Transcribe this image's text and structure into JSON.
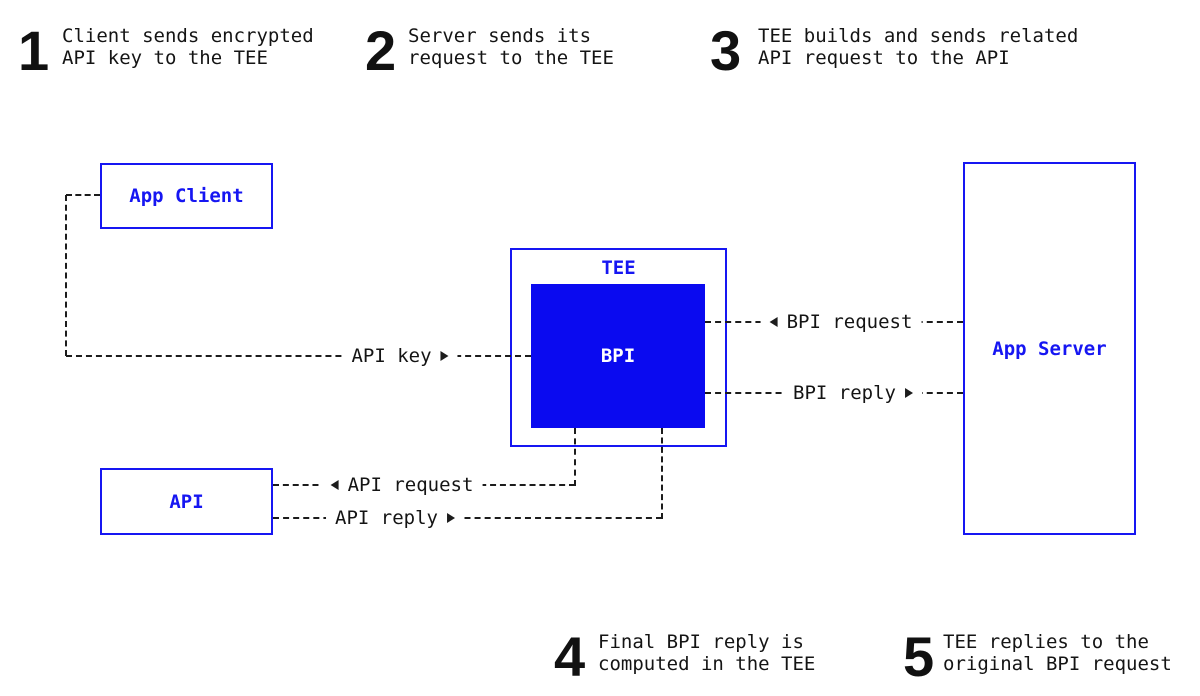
{
  "steps": [
    {
      "number": "1",
      "line1": "Client sends encrypted",
      "line2": "API key to the TEE"
    },
    {
      "number": "2",
      "line1": "Server sends its",
      "line2": "request to the TEE"
    },
    {
      "number": "3",
      "line1": "TEE builds and sends related",
      "line2": "API request to the API"
    },
    {
      "number": "4",
      "line1": "Final BPI reply is",
      "line2": "computed in the TEE"
    },
    {
      "number": "5",
      "line1": "TEE replies to the",
      "line2": "original BPI request"
    }
  ],
  "nodes": {
    "app_client": {
      "label": "App Client"
    },
    "api": {
      "label": "API"
    },
    "tee": {
      "label": "TEE"
    },
    "bpi": {
      "label": "BPI"
    },
    "app_server": {
      "label": "App Server"
    }
  },
  "connectors": {
    "api_key": {
      "label": "API key",
      "direction": "right"
    },
    "bpi_request": {
      "label": "BPI request",
      "direction": "left"
    },
    "bpi_reply": {
      "label": "BPI reply",
      "direction": "right"
    },
    "api_request": {
      "label": "API request",
      "direction": "left"
    },
    "api_reply": {
      "label": "API reply",
      "direction": "right"
    }
  },
  "colors": {
    "blue": "#1616f2",
    "bpi_fill": "#0a0af0",
    "line": "#1c1c1c",
    "text": "#141414",
    "background": "#ffffff"
  }
}
